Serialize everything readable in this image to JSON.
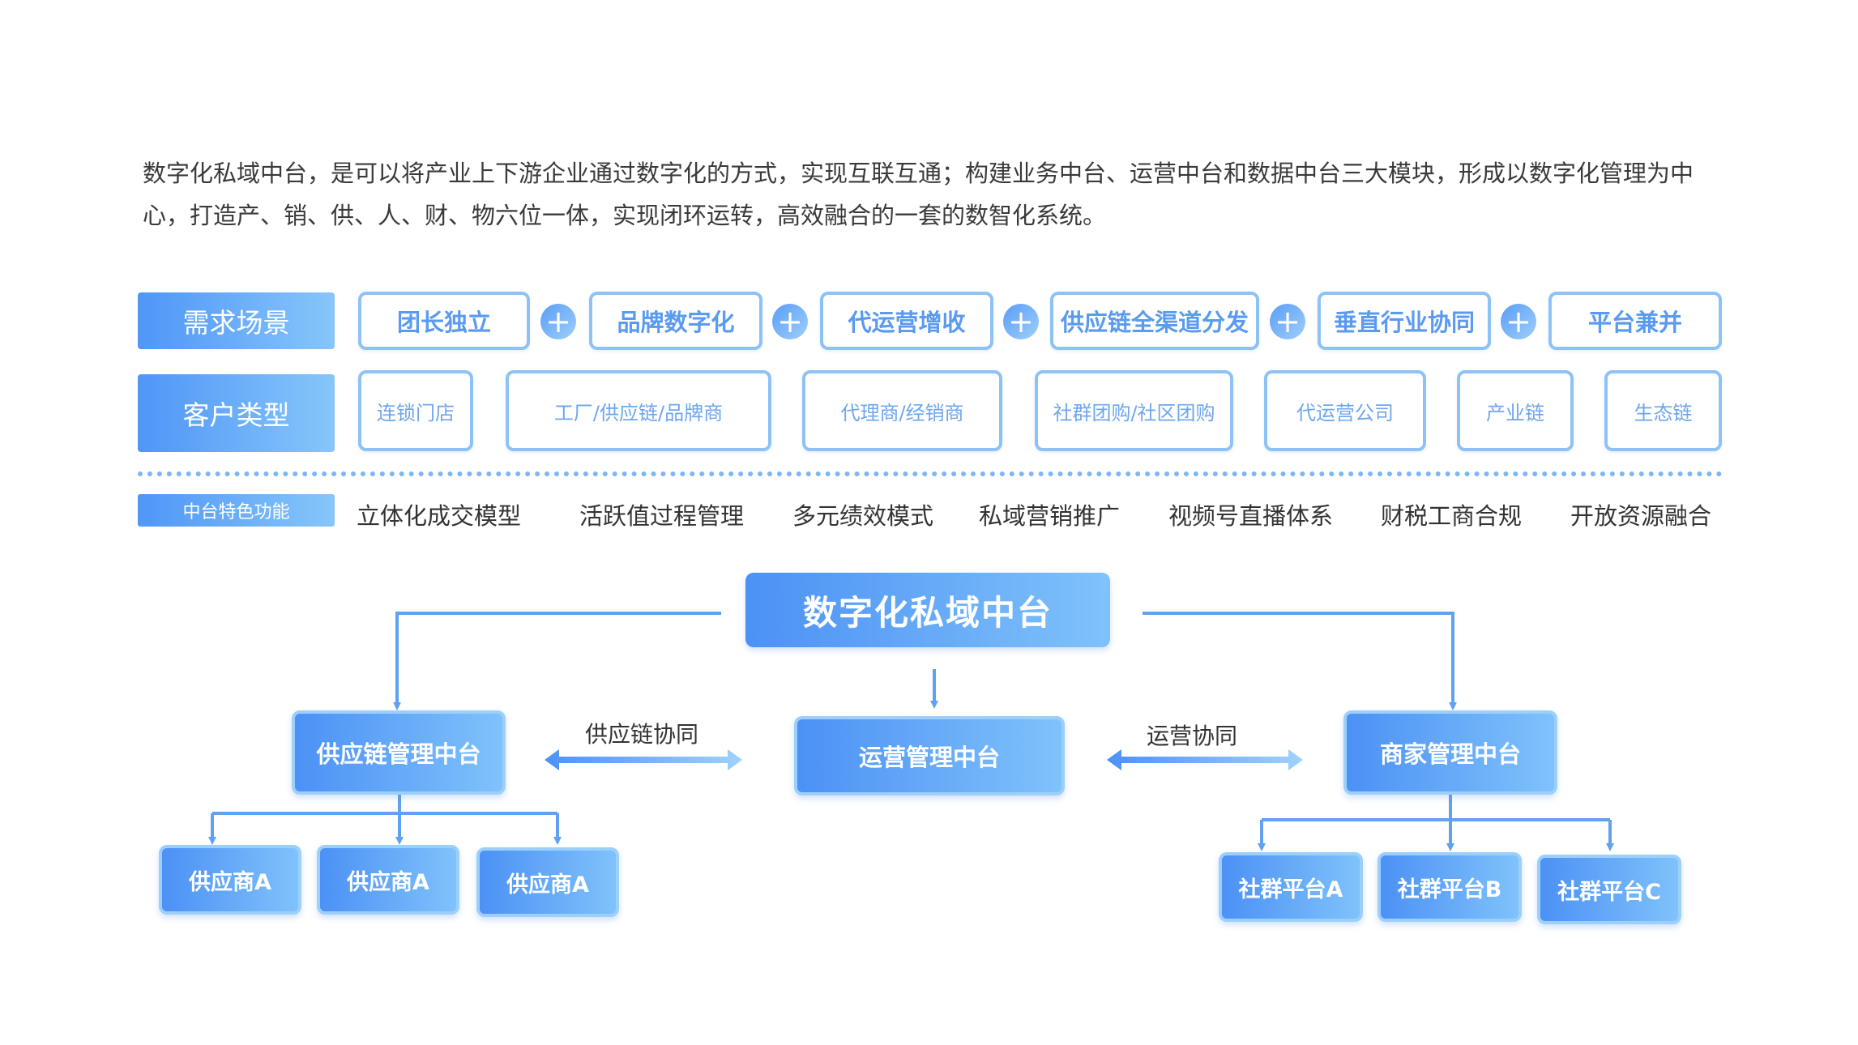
{
  "intro": {
    "line1": "数字化私域中台，是可以将产业上下游企业通过数字化的方式，实现互联互通；构建业务中台、运营中台和数据中台三大模块，形成以数字化管理为中",
    "line2": "心，打造产、销、供、人、财、物六位一体，实现闭环运转，高效融合的一套的数智化系统。"
  },
  "rows": {
    "scenario_label": "需求场景",
    "customer_label": "客户类型",
    "feature_label": "中台特色功能"
  },
  "scenarios": [
    "团长独立",
    "品牌数字化",
    "代运营增收",
    "供应链全渠道分发",
    "垂直行业协同",
    "平台兼并"
  ],
  "plus_symbol": "+",
  "customers": [
    "连锁门店",
    "工厂/供应链/品牌商",
    "代理商/经销商",
    "社群团购/社区团购",
    "代运营公司",
    "产业链",
    "生态链"
  ],
  "features": [
    "立体化成交模型",
    "活跃值过程管理",
    "多元绩效模式",
    "私域营销推广",
    "视频号直播体系",
    "财税工商合规",
    "开放资源融合"
  ],
  "diagram": {
    "root": "数字化私域中台",
    "supply_chain": "供应链管理中台",
    "operations": "运营管理中台",
    "merchant": "商家管理中台",
    "edge_supply": "供应链协同",
    "edge_ops": "运营协同",
    "suppliers": [
      "供应商A",
      "供应商A",
      "供应商A"
    ],
    "communities": [
      "社群平台A",
      "社群平台B",
      "社群平台C"
    ]
  },
  "colors": {
    "primary": "#4c91f5",
    "light": "#86c6fb",
    "border": "#8ec2f7",
    "line": "#5fa2f2"
  }
}
